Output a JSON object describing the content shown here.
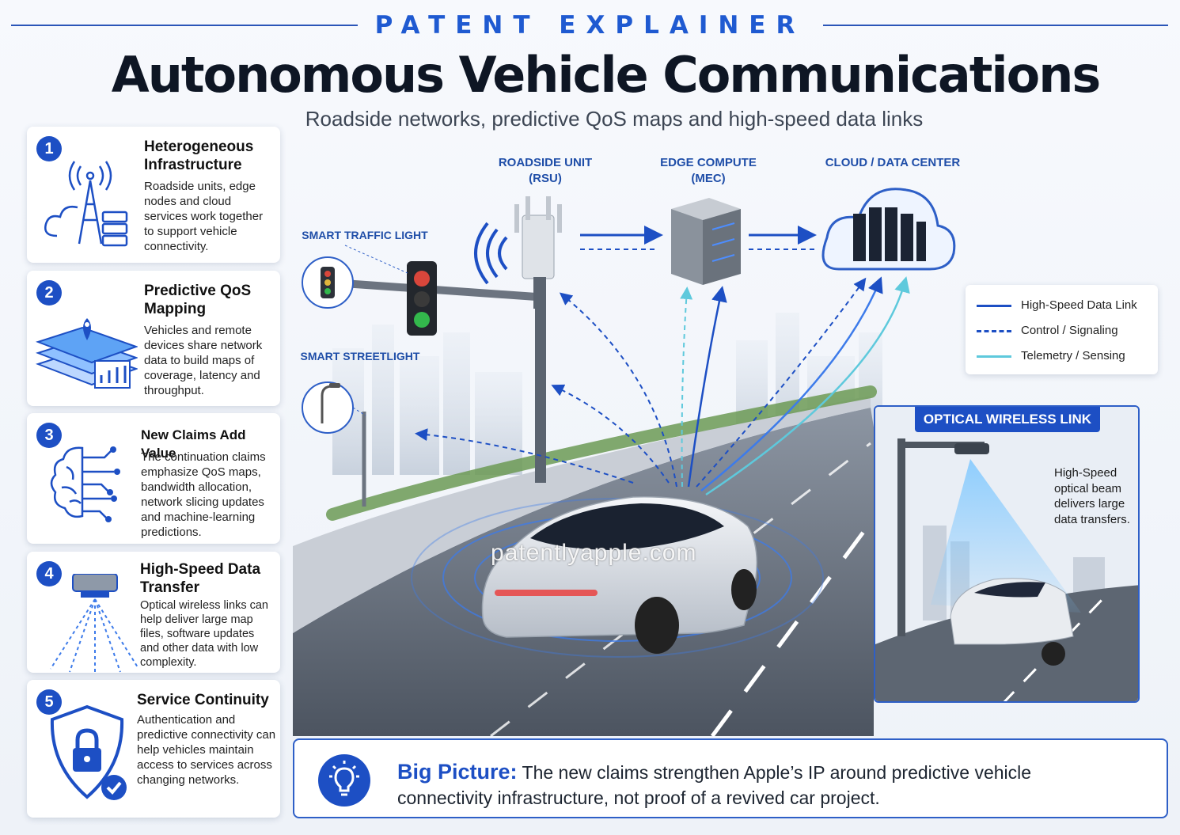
{
  "header": {
    "kicker": "PATENT EXPLAINER",
    "title": "Autonomous Vehicle Communications",
    "subtitle": "Roadside networks, predictive QoS maps and high-speed data links"
  },
  "cards": [
    {
      "num": "1",
      "icon": "tower-cloud-server-icon",
      "title": "Heterogeneous Infrastructure",
      "text": "Roadside units, edge nodes and cloud services work together to support vehicle connectivity."
    },
    {
      "num": "2",
      "icon": "layered-map-icon",
      "title": "Predictive QoS Mapping",
      "text": "Vehicles and remote devices share network data to build maps of coverage, latency and throughput."
    },
    {
      "num": "3",
      "icon": "brain-circuit-icon",
      "title": "New Claims Add Value",
      "text": "The continuation claims emphasize QoS maps, bandwidth allocation, network slicing updates and machine-learning predictions."
    },
    {
      "num": "4",
      "icon": "optical-emitter-icon",
      "title": "High-Speed Data Transfer",
      "text": "Optical wireless links can help deliver large map files, software updates and other data with low complexity."
    },
    {
      "num": "5",
      "icon": "shield-lock-icon",
      "title": "Service Continuity",
      "text": "Authentication and predictive connectivity can help vehicles maintain access to services across changing networks."
    }
  ],
  "diagram": {
    "rsu_label": "ROADSIDE UNIT (RSU)",
    "mec_label": "EDGE COMPUTE (MEC)",
    "cloud_label": "CLOUD / DATA CENTER",
    "traffic_light_label": "SMART TRAFFIC LIGHT",
    "streetlight_label": "SMART STREETLIGHT"
  },
  "legend": [
    {
      "label": "High-Speed Data Link",
      "style": "solid",
      "color": "#1d4fc4"
    },
    {
      "label": "Control / Signaling",
      "style": "dashed",
      "color": "#1d4fc4"
    },
    {
      "label": "Telemetry / Sensing",
      "style": "solid",
      "color": "#5ec9dc"
    }
  ],
  "inset": {
    "title": "OPTICAL WIRELESS LINK",
    "text": "High-Speed optical beam delivers large data transfers."
  },
  "big_picture": {
    "label": "Big Picture:",
    "text": "The new claims strengthen Apple’s IP around predictive vehicle connectivity infrastructure, not proof of a revived car project."
  },
  "watermark": "patentlyapple.com",
  "colors": {
    "accent": "#1d4fc4",
    "telemetry": "#5ec9dc",
    "title": "#0e1624"
  }
}
